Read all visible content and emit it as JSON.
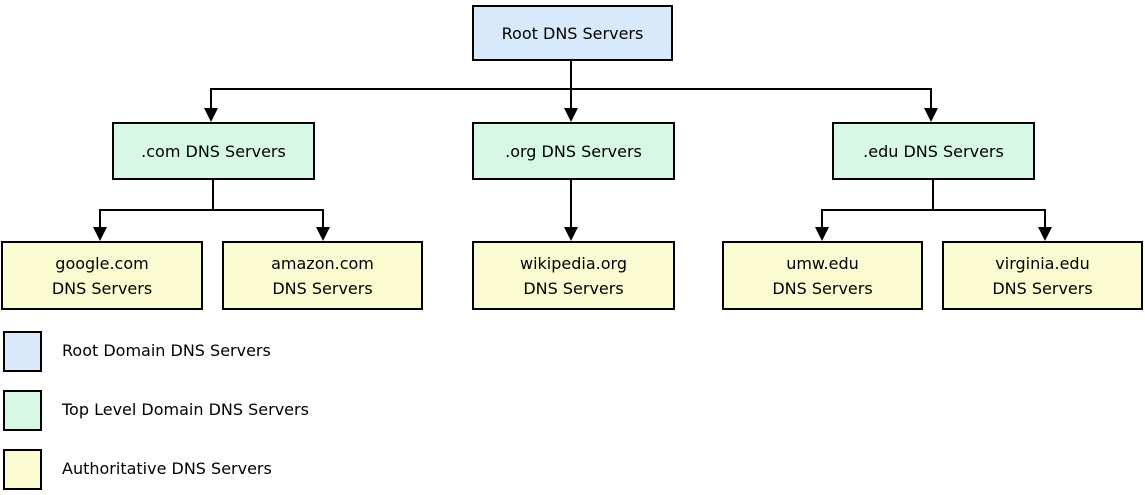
{
  "colors": {
    "root_fill": "#d8e9fb",
    "tld_fill": "#d8f8e6",
    "auth_fill": "#fbfbd2",
    "line": "#000000"
  },
  "nodes": {
    "root": {
      "label": "Root DNS Servers"
    },
    "com": {
      "label": ".com DNS Servers"
    },
    "org": {
      "label": ".org DNS Servers"
    },
    "edu": {
      "label": ".edu DNS Servers"
    },
    "google": {
      "line1": "google.com",
      "line2": "DNS Servers"
    },
    "amazon": {
      "line1": "amazon.com",
      "line2": "DNS Servers"
    },
    "wikipedia": {
      "line1": "wikipedia.org",
      "line2": "DNS Servers"
    },
    "umw": {
      "line1": "umw.edu",
      "line2": "DNS Servers"
    },
    "virginia": {
      "line1": "virginia.edu",
      "line2": "DNS Servers"
    }
  },
  "legend": {
    "items": [
      {
        "label": "Root Domain DNS Servers",
        "color": "#d8e9fb"
      },
      {
        "label": "Top Level Domain DNS Servers",
        "color": "#d8f8e6"
      },
      {
        "label": "Authoritative DNS Servers",
        "color": "#fbfbd2"
      }
    ]
  }
}
